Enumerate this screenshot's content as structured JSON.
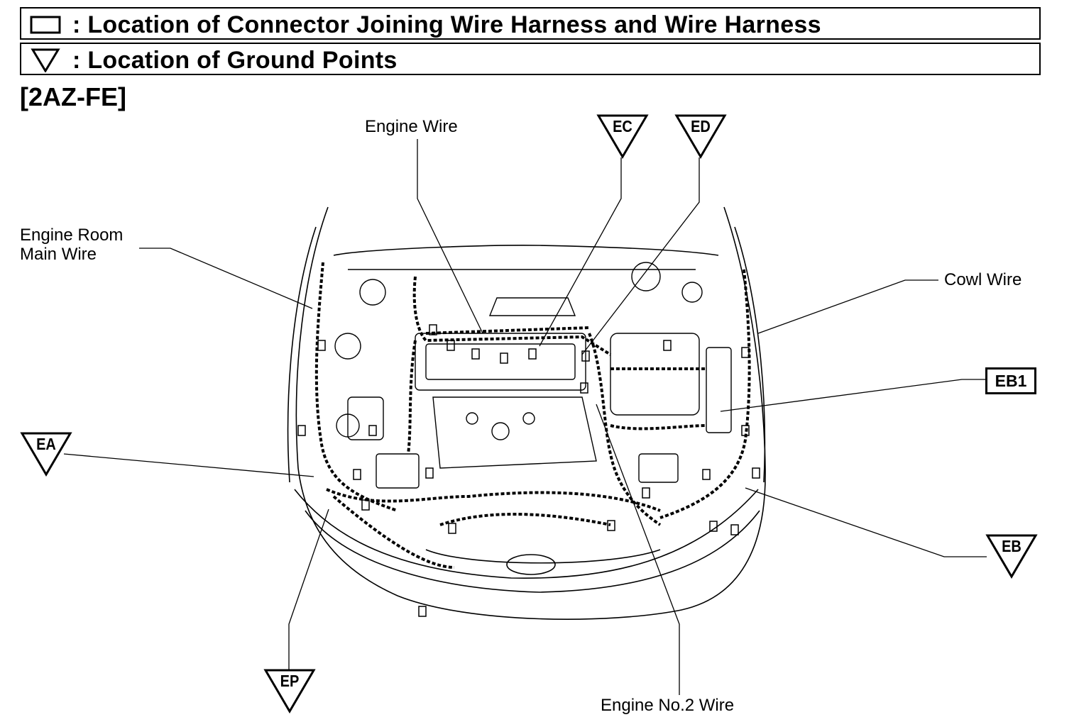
{
  "legend": {
    "connector_text": ": Location of Connector Joining Wire Harness and Wire Harness",
    "ground_text": ": Location of Ground Points"
  },
  "engine_code": "[2AZ-FE]",
  "wire_labels": {
    "engine_wire": "Engine Wire",
    "engine_room_main_wire_line1": "Engine Room",
    "engine_room_main_wire_line2": "Main Wire",
    "cowl_wire": "Cowl Wire",
    "engine_no2_wire": "Engine No.2 Wire"
  },
  "ground_points": {
    "ec": "EC",
    "ed": "ED",
    "ea": "EA",
    "eb": "EB",
    "ep": "EP"
  },
  "connectors": {
    "eb1": "EB1"
  }
}
